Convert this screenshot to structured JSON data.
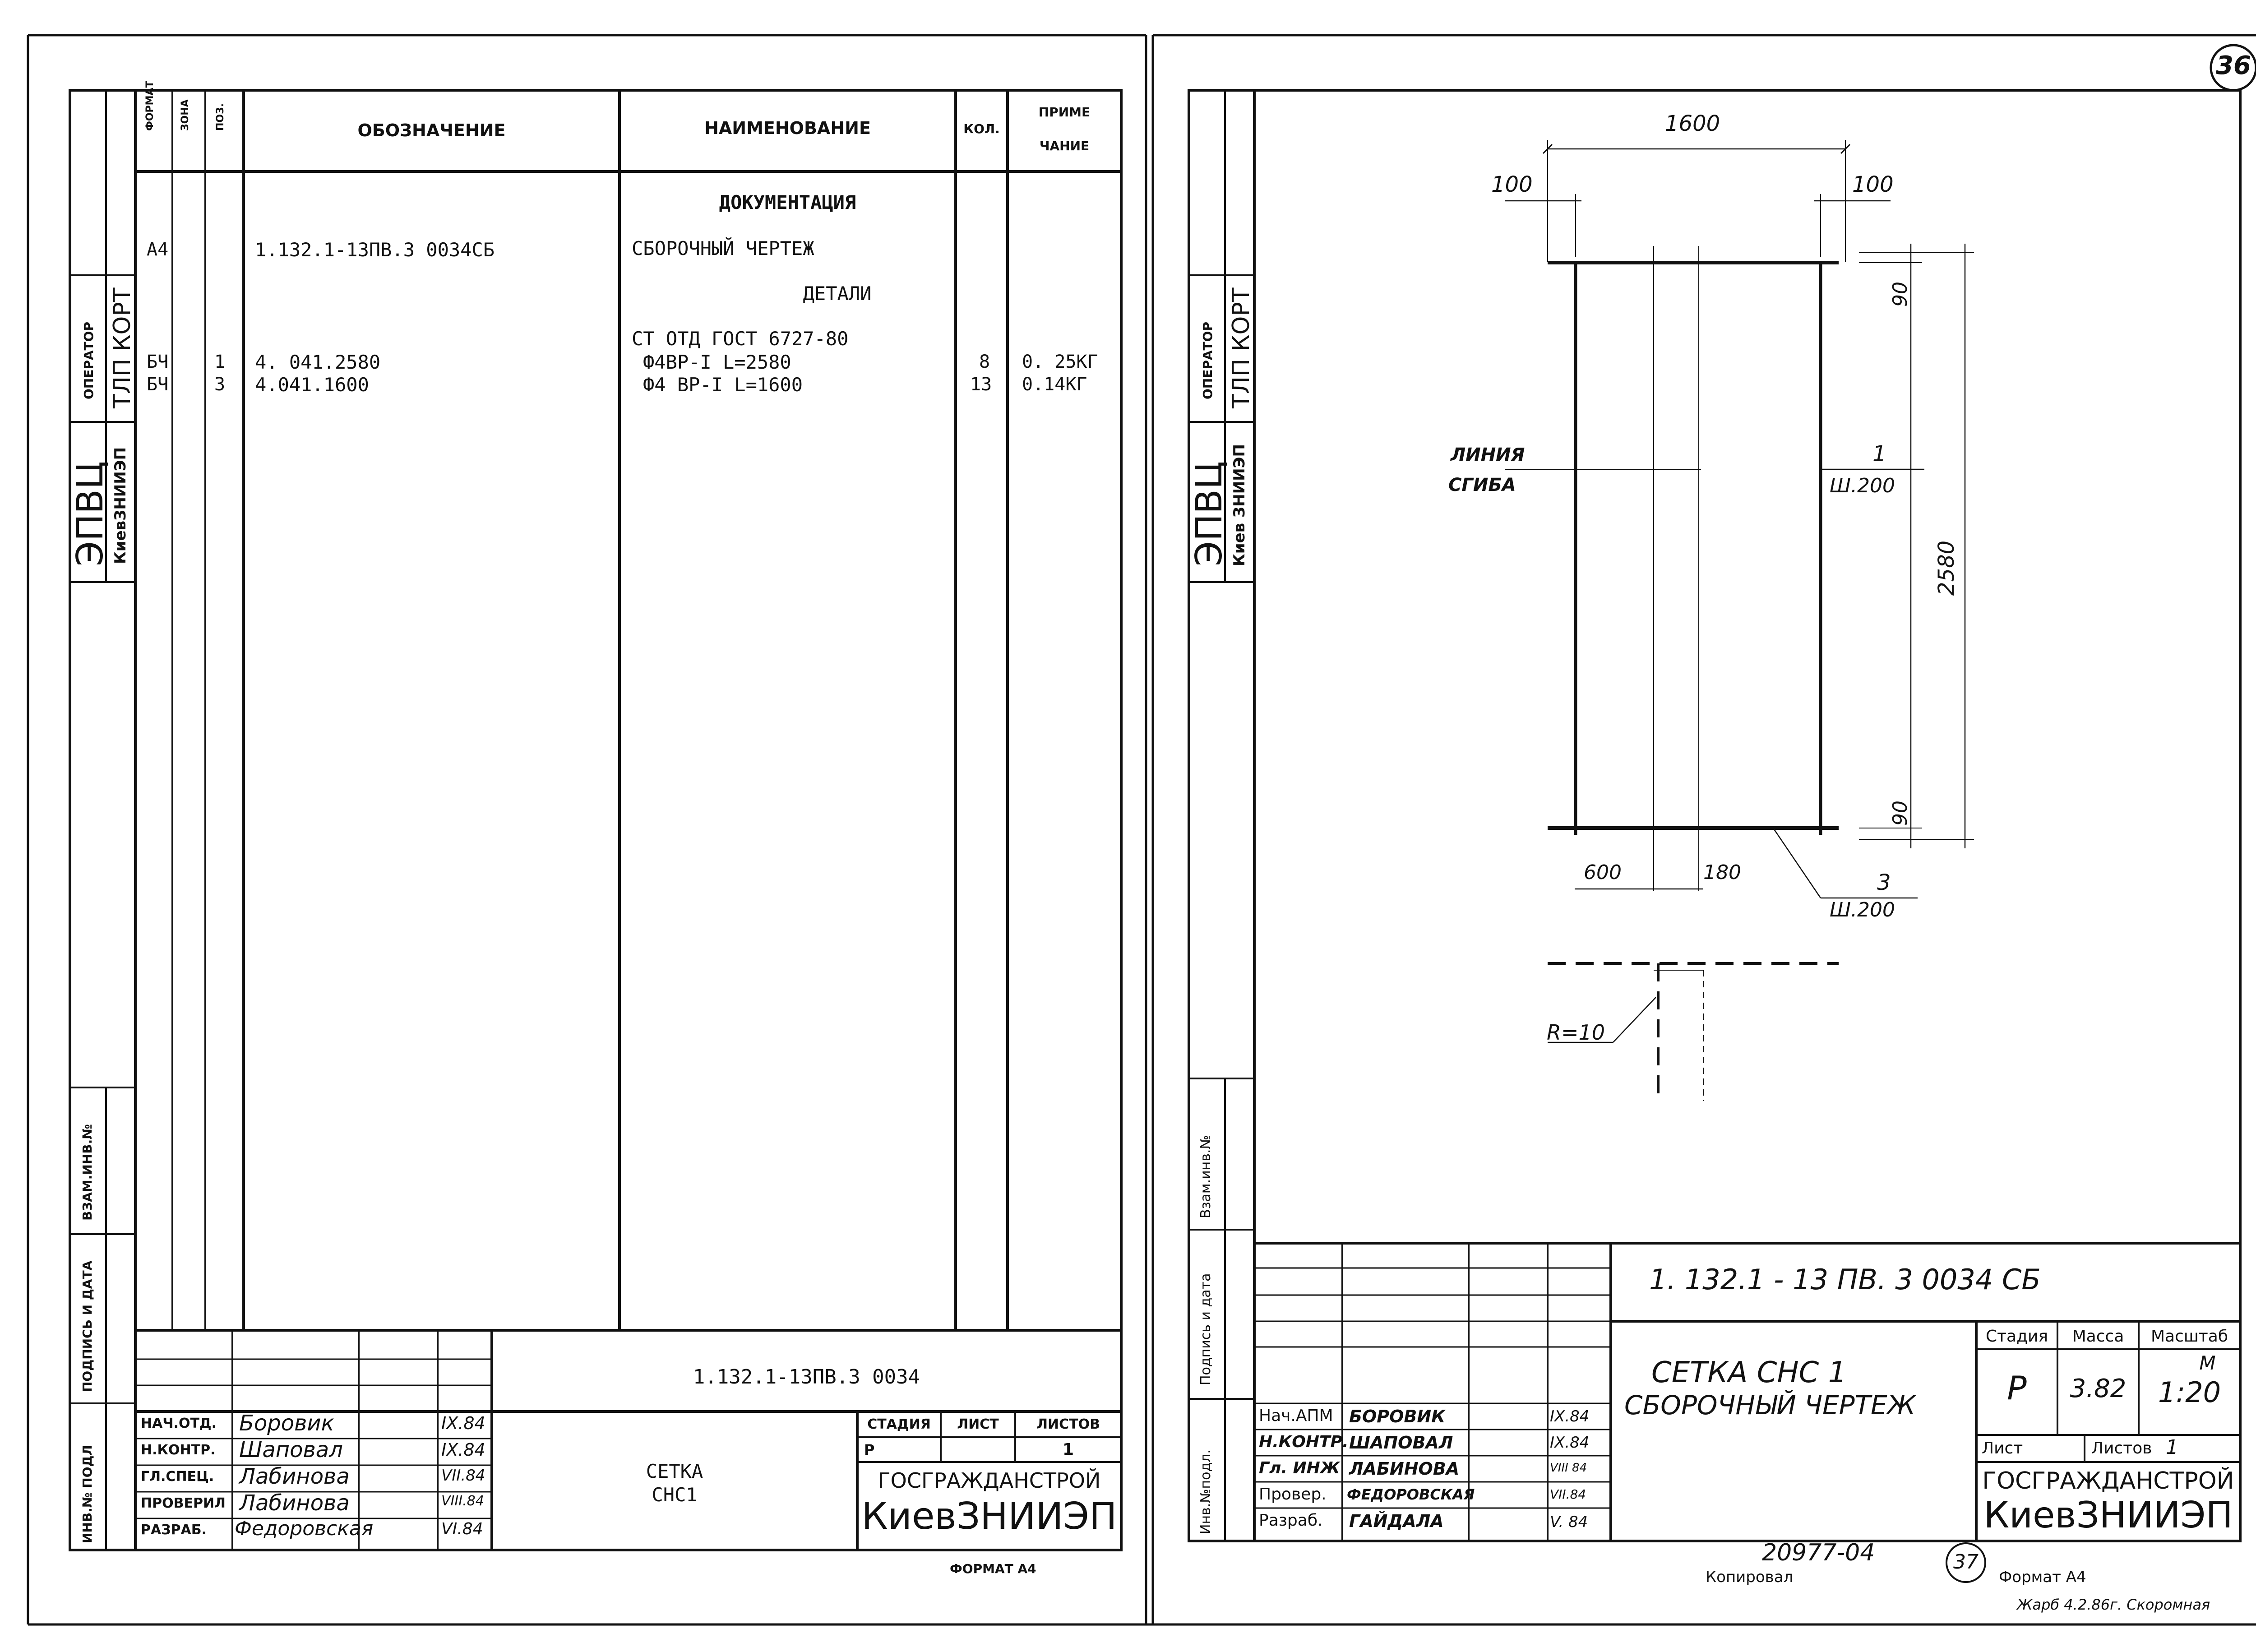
{
  "page_number": "36",
  "left_sheet": {
    "headers": {
      "format": "ФОРМАТ",
      "zone": "ЗОНА",
      "pos": "ПОЗ.",
      "designation": "ОБОЗНАЧЕНИЕ",
      "name": "НАИМЕНОВАНИЕ",
      "qty": "КОЛ.",
      "note_1": "ПРИМЕ",
      "note_2": "ЧАНИЕ"
    },
    "rows": [
      {
        "format": "",
        "zone": "",
        "pos": "",
        "designation": "",
        "name": "ДОКУМЕНТАЦИЯ",
        "qty": "",
        "note": ""
      },
      {
        "format": "А4",
        "zone": "",
        "pos": "",
        "designation": "1.132.1-13ПВ.3 0034СБ",
        "name": "СБОРОЧНЫЙ ЧЕРТЕЖ",
        "qty": "",
        "note": ""
      },
      {
        "format": "",
        "zone": "",
        "pos": "",
        "designation": "",
        "name": "ДЕТАЛИ",
        "qty": "",
        "note": ""
      },
      {
        "format": "",
        "zone": "",
        "pos": "",
        "designation": "",
        "name": "СТ ОТД ГОСТ 6727-80",
        "qty": "",
        "note": ""
      },
      {
        "format": "БЧ",
        "zone": "",
        "pos": "1",
        "designation": "4. 041.2580",
        "name": "Ф4ВР-I L=2580",
        "qty": "8",
        "note": "0. 25КГ"
      },
      {
        "format": "БЧ",
        "zone": "",
        "pos": "3",
        "designation": "4.041.1600",
        "name": "Ф4 ВР-I L=1600",
        "qty": "13",
        "note": "0.14КГ"
      }
    ],
    "side_stamp": {
      "operator": "ОПЕРАТОР",
      "tlp": "ТЛП КОРТ",
      "epvc": "ЭПВЦ",
      "org": "КиевЗНИИЭП",
      "vzam": "ВЗАМ.ИНВ.№",
      "podpis": "ПОДПИСЬ И ДАТА",
      "inv": "ИНВ.№ ПОДЛ"
    },
    "title_block": {
      "code": "1.132.1-13ПВ.3 0034",
      "title_1": "СЕТКА",
      "title_2": "СНС1",
      "stage_label": "СТАДИЯ",
      "sheet_label": "ЛИСТ",
      "sheets_label": "ЛИСТОВ",
      "stage": "Р",
      "sheets": "1",
      "org_1": "ГОСГРАЖДАНСТРОЙ",
      "org_2": "КиевЗНИИЭП",
      "people": [
        {
          "role": "НАЧ.ОТД.",
          "name": "Боровик",
          "date": "IX.84"
        },
        {
          "role": "Н.КОНТР.",
          "name": "Шаповал",
          "date": "IX.84"
        },
        {
          "role": "ГЛ.СПЕЦ.",
          "name": "Лабинова",
          "date": "VII.84"
        },
        {
          "role": "ПРОВЕРИЛ",
          "name": "Лабинова",
          "date": "VIII.84"
        },
        {
          "role": "РАЗРАБ.",
          "name": "Федоровская",
          "date": "VI.84"
        }
      ]
    },
    "format_note": "ФОРМАТ А4"
  },
  "right_sheet": {
    "side_stamp": {
      "operator": "ОПЕРАТОР",
      "tlp": "ТЛП КОРТ",
      "epvc": "ЭПВЦ",
      "org": "Киев ЗНИИЭП",
      "vzam": "Взам.инв.№",
      "podpis": "Подпись и дата",
      "inv": "Инв.№подл."
    },
    "drawing": {
      "dim_width": "1600",
      "dim_left": "100",
      "dim_right": "100",
      "dim_top": "90",
      "dim_bottom": "90",
      "dim_height": "2580",
      "dim_600": "600",
      "dim_180": "180",
      "bend_1": "ЛИНИЯ",
      "bend_2": "СГИБА",
      "pos1_num": "1",
      "pos1_step": "Ш.200",
      "pos3_num": "3",
      "pos3_step": "Ш.200",
      "radius": "R=10"
    },
    "title_block": {
      "code": "1. 132.1 - 13 ПВ. 3 0034 СБ",
      "title_1": "СЕТКА СНС 1",
      "title_2": "СБОРОЧНЫЙ ЧЕРТЕЖ",
      "stage_label": "Стадия",
      "mass_label": "Масса",
      "scale_label": "Масштаб",
      "stage": "Р",
      "mass": "3.82",
      "scale_m": "М",
      "scale": "1:20",
      "sheet_label": "Лист",
      "sheets_label": "Листов",
      "sheets": "1",
      "org_1": "ГОСГРАЖДАНСТРОЙ",
      "org_2": "КиевЗНИИЭП",
      "people": [
        {
          "role": "Нач.АПМ",
          "name": "БОРОВИК",
          "date": "IX.84"
        },
        {
          "role": "Н.КОНТР.",
          "name": "ШАПОВАЛ",
          "date": "IX.84"
        },
        {
          "role": "Гл. ИНЖ",
          "name": "ЛАБИНОВА",
          "date": "VIII 84"
        },
        {
          "role": "Провер.",
          "name": "ФЕДОРОВСКАЯ",
          "date": "VII.84"
        },
        {
          "role": "Разраб.",
          "name": "ГАЙДАЛА",
          "date": "V. 84"
        }
      ]
    },
    "bottom": {
      "number": "20977-04",
      "copied": "Копировал",
      "circle_num": "37",
      "format": "Формат А4",
      "note": "Жарб 4.2.86г. Скоромная"
    }
  }
}
